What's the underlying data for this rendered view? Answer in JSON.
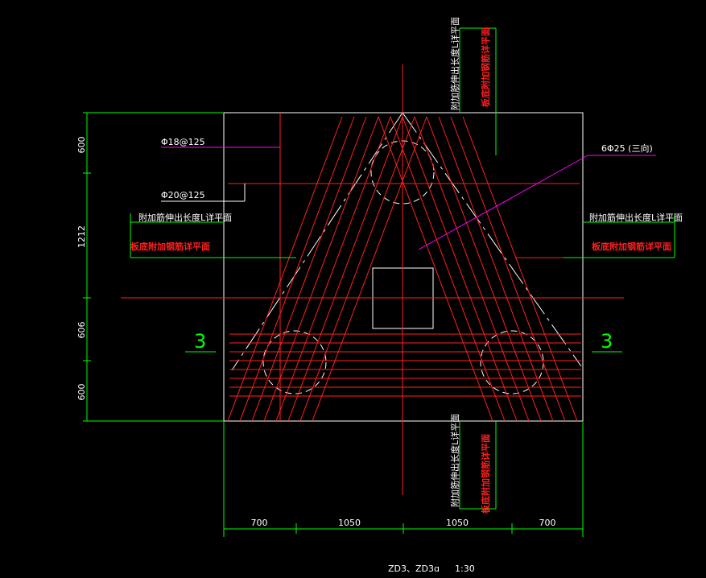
{
  "drawing": {
    "title": "ZD3、ZD3ɑ",
    "scale_note": "1:30",
    "section_left": "3",
    "section_right": "3"
  },
  "dimensions": {
    "horizontal": [
      "700",
      "1050",
      "1050",
      "700"
    ],
    "vertical": [
      "600",
      "1212",
      "606",
      "600"
    ]
  },
  "annotations": {
    "rebar_18": "Φ18@125",
    "rebar_20": "Φ20@125",
    "rebar_25": "6Φ25 (三向)",
    "ext_length": "附加筋伸出长度L详平面",
    "slab_bottom": "板底附加钢筋详平面"
  },
  "colors": {
    "background": "#000000",
    "outline": "#ffffff",
    "dimension": "#00ff00",
    "rebar": "#ff2020",
    "leader": "#ff00ff"
  }
}
